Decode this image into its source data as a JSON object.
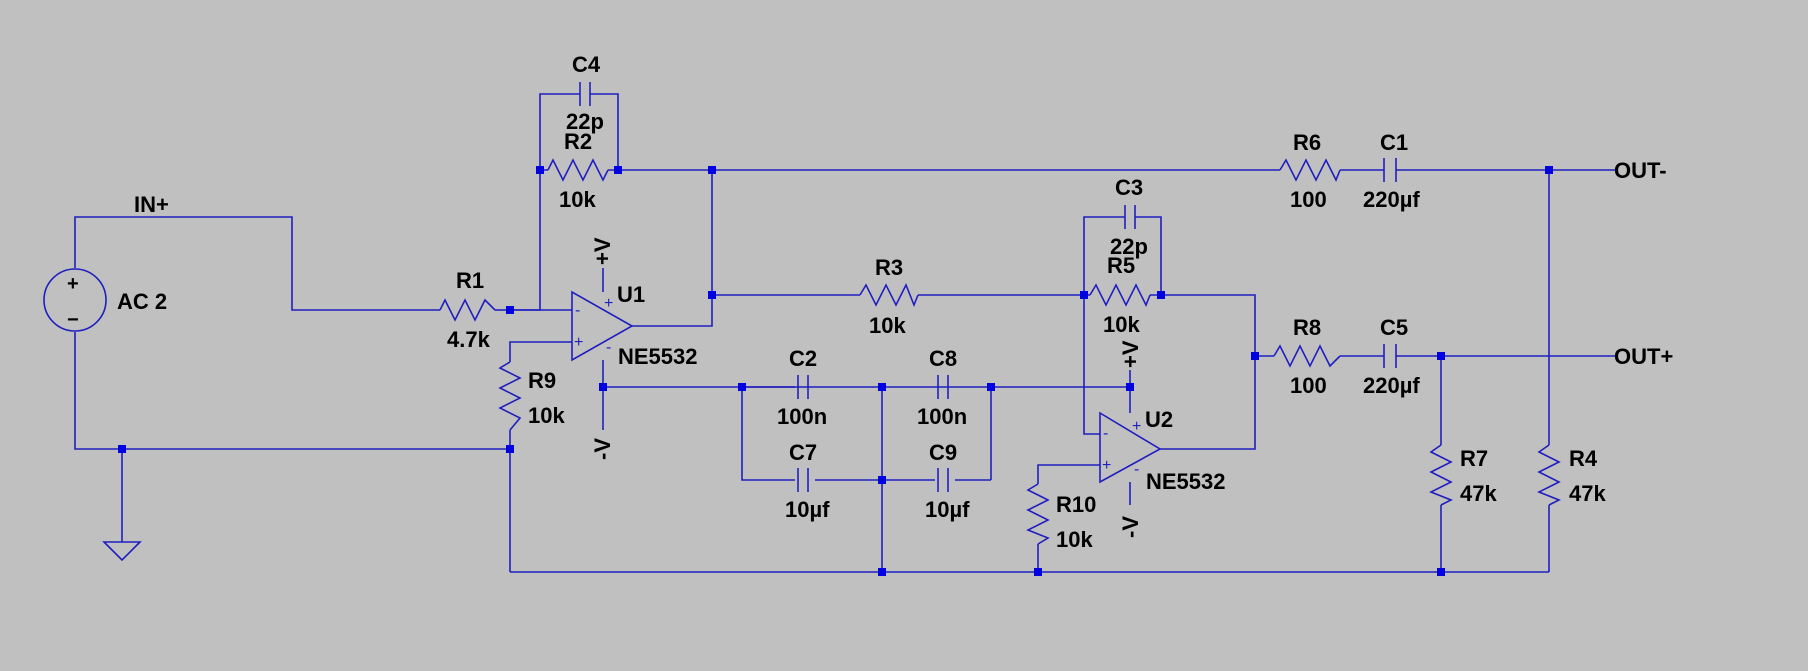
{
  "colors": {
    "background": "#c0c0c0",
    "wire": "#1f1fbf",
    "node": "#0000e0",
    "text": "#000000"
  },
  "source": {
    "name": "AC 2"
  },
  "nets": {
    "in_plus": "IN+",
    "out_minus": "OUT-",
    "out_plus": "OUT+"
  },
  "opamps": {
    "u1": {
      "name": "U1",
      "model": "NE5532",
      "vpos": "+V",
      "vneg": "-V"
    },
    "u2": {
      "name": "U2",
      "model": "NE5532",
      "vpos": "+V",
      "vneg": "-V"
    }
  },
  "components": {
    "c4": {
      "name": "C4",
      "value": "22p"
    },
    "r2": {
      "name": "R2",
      "value": "10k"
    },
    "r1": {
      "name": "R1",
      "value": "4.7k"
    },
    "r9": {
      "name": "R9",
      "value": "10k"
    },
    "r3": {
      "name": "R3",
      "value": "10k"
    },
    "c3": {
      "name": "C3",
      "value": "22p"
    },
    "r5": {
      "name": "R5",
      "value": "10k"
    },
    "r6": {
      "name": "R6",
      "value": "100"
    },
    "c1": {
      "name": "C1",
      "value": "220µf"
    },
    "r8": {
      "name": "R8",
      "value": "100"
    },
    "c5": {
      "name": "C5",
      "value": "220µf"
    },
    "c2": {
      "name": "C2",
      "value": "100n"
    },
    "c8": {
      "name": "C8",
      "value": "100n"
    },
    "c7": {
      "name": "C7",
      "value": "10µf"
    },
    "c9": {
      "name": "C9",
      "value": "10µf"
    },
    "r10": {
      "name": "R10",
      "value": "10k"
    },
    "r7": {
      "name": "R7",
      "value": "47k"
    },
    "r4": {
      "name": "R4",
      "value": "47k"
    }
  },
  "symbols": {
    "plus": "+",
    "minus": "−",
    "opamp_minus": "-",
    "opamp_plus": "+"
  }
}
